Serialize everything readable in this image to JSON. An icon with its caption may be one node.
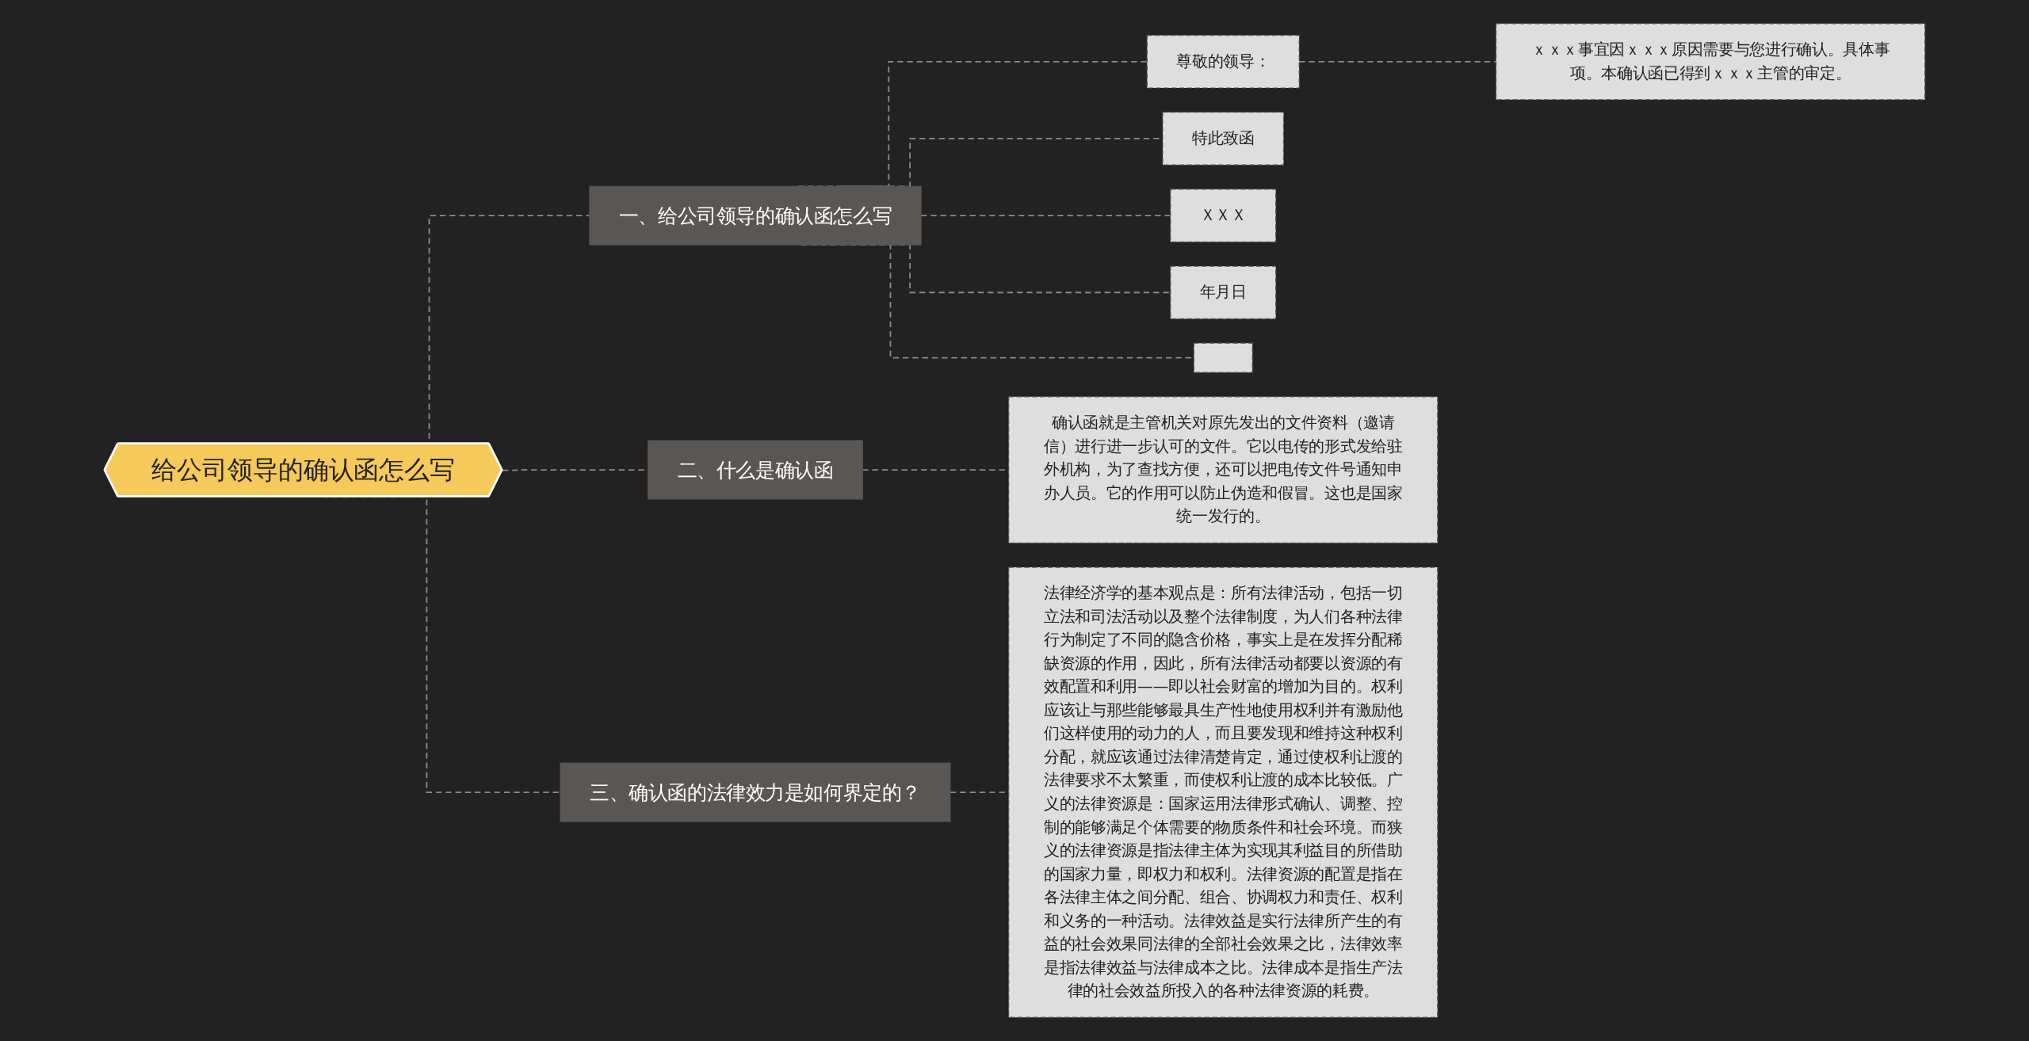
{
  "diagram": {
    "nodes": [
      {
        "text": [
          "给公司领导的确认函怎么写"
        ]
      },
      {
        "text": [
          "一、给公司领导的确认函怎么写"
        ]
      },
      {
        "text": [
          "尊敬的领导："
        ]
      },
      {
        "text": [
          "ｘｘｘ事宜因ｘｘｘ原因需要与您进行确认。具体事项。本确认函已得到ｘｘｘ主管的审定。"
        ]
      },
      {
        "text": [
          "特此致函"
        ]
      },
      {
        "text": [
          "ＸＸＸ"
        ]
      },
      {
        "text": [
          "年月日"
        ]
      },
      {
        "text": [],
        "shape": "box"
      },
      {
        "text": [
          "二、什么是确认函"
        ]
      },
      {
        "text": [
          "确认函就是主管机关对原先发出的文件资料（邀请信）进行进一步认可的文件。它以电传的形式发给驻外机构，为了查找方便，还可以把电传文件号通知申办人员。它的作用可以防止伪造和假冒。这也是国家统一发行的。"
        ]
      },
      {
        "text": [
          "三、确认函的法律效力是如何界定的？"
        ]
      },
      {
        "text": [
          "法律经济学的基本观点是：所有法律活动，包括一切立法和司法活动以及整个法律制度，为人们各种法律行为制定了不同的隐含价格，事实上是在发挥分配稀缺资源的作用，因此，所有法律活动都要以资源的有效配置和利用——即以社会财富的增加为目的。权利应该让与那些能够最具生产性地使用权利并有激励他们这样使用的动力的人，而且要发现和维持这种权利分配，就应该通过法律清楚肯定，通过使权利让渡的法律要求不太繁重，而使权利让渡的成本比较低。广义的法律资源是：国家运用法律形式确认、调整、控制的能够满足个体需要的物质条件和社会环境。而狭义的法律资源是指法律主体为实现其利益目的所借助的国家力量，即权力和权利。法律资源的配置是指在各法律主体之间分配、组合、协调权力和责任、权利和义务的一种活动。法律效益是实行法律所产生的有益的社会效果同法律的全部社会效果之比，法律效率是指法律效益与法律成本之比。法律成本是指生产法律的社会效益所投入的各种法律资源的耗费。"
        ]
      }
    ],
    "edges": [
      {
        "from": 0,
        "to": 1,
        "arrow": "none",
        "style": "dashed"
      },
      {
        "from": 1,
        "to": 2,
        "arrow": "none",
        "style": "dashed"
      },
      {
        "from": 2,
        "to": 3,
        "arrow": "none",
        "style": "dashed"
      },
      {
        "from": 1,
        "to": 4,
        "arrow": "none",
        "style": "dashed"
      },
      {
        "from": 1,
        "to": 5,
        "arrow": "none",
        "style": "dashed"
      },
      {
        "from": 1,
        "to": 6,
        "arrow": "none",
        "style": "dashed"
      },
      {
        "from": 1,
        "to": 7,
        "arrow": "none",
        "style": "dashed"
      },
      {
        "from": 0,
        "to": 8,
        "arrow": "none",
        "style": "dashed"
      },
      {
        "from": 8,
        "to": 9,
        "arrow": "none",
        "style": "dashed"
      },
      {
        "from": 0,
        "to": 10,
        "arrow": "none",
        "style": "dashed"
      },
      {
        "from": 10,
        "to": 11,
        "arrow": "none",
        "style": "dashed"
      }
    ]
  }
}
